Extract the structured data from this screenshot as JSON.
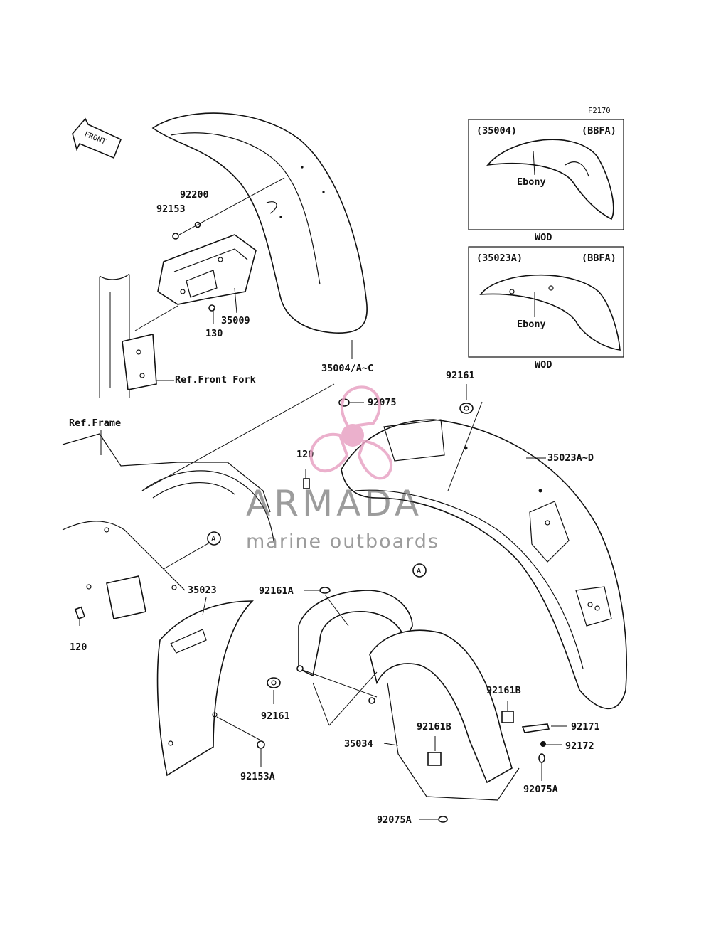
{
  "figure_code": "F2170",
  "front_arrow": {
    "text": "FRONT",
    "icon": "front-arrow-icon"
  },
  "callouts": {
    "c92200": "92200",
    "c92153": "92153",
    "c35009": "35009",
    "c130": "130",
    "c35004": "35004/A~C",
    "ref_front_fork": "Ref.Front Fork",
    "ref_frame": "Ref.Frame",
    "c92075": "92075",
    "c92161_top": "92161",
    "c35023a": "35023A~D",
    "c120_top": "120",
    "c120_bottom": "120",
    "c92161a": "92161A",
    "c35023": "35023",
    "c92161_mid": "92161",
    "c92161b_right": "92161B",
    "c92161b_center": "92161B",
    "c92171": "92171",
    "c92172": "92172",
    "c35034": "35034",
    "c92153a": "92153A",
    "c92075a_right": "92075A",
    "c92075a_bottom": "92075A",
    "marker_a": "A"
  },
  "inset_1": {
    "part": "(35004)",
    "code": "(BBFA)",
    "color_label": "Ebony",
    "caption": "WOD"
  },
  "inset_2": {
    "part": "(35023A)",
    "code": "(BBFA)",
    "color_label": "Ebony",
    "caption": "WOD"
  },
  "watermark": {
    "brand": "ARMADA",
    "tagline": "marine outboards",
    "icon": "propeller-logo-icon",
    "accent_color": "#e8a3c4"
  }
}
